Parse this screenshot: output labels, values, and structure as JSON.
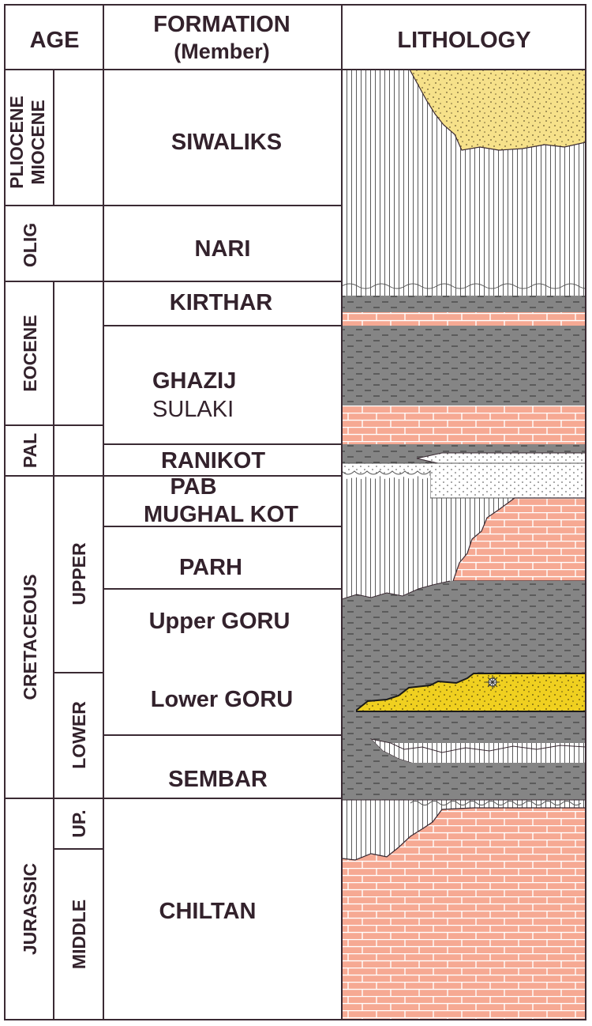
{
  "header": {
    "age": "AGE",
    "formation": "FORMATION",
    "member": "(Member)",
    "lithology": "LITHOLOGY"
  },
  "ages": {
    "pliocene": "PLIOCENE",
    "miocene": "MIOCENE",
    "olig": "OLIG",
    "eocene": "EOCENE",
    "pal": "PAL",
    "cretaceous": "CRETACEOUS",
    "upper": "UPPER",
    "lower": "LOWER",
    "jurassic": "JURASSIC",
    "up": "UP.",
    "middle": "MIDDLE"
  },
  "formations": {
    "siwaliks": "SIWALIKS",
    "nari": "NARI",
    "kirthar": "KIRTHAR",
    "ghazij": "GHAZIJ",
    "sulaki": "SULAKI",
    "ranikot": "RANIKOT",
    "pab": "PAB",
    "mughal_kot": "MUGHAL KOT",
    "parh": "PARH",
    "upper_goru": "Upper GORU",
    "lower_goru": "Lower GORU",
    "sembar": "SEMBAR",
    "chiltan": "CHILTAN"
  },
  "colors": {
    "frame": "#3a2a33",
    "text": "#33222c",
    "shale": "#858585",
    "limestone": "#f6a993",
    "brick_line": "#ffffff",
    "sandstone_light": "#f6e18a",
    "sandstone_yellow": "#f0d020",
    "claystone_lines": "#5a5a5a"
  }
}
